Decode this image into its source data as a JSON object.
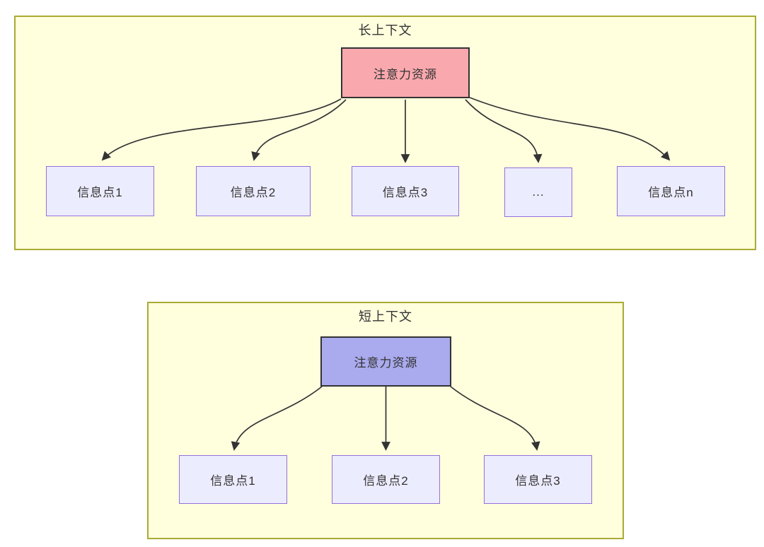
{
  "diagram": {
    "type": "flowchart",
    "direction": "top-down",
    "groups": [
      {
        "id": "long-context",
        "title": "长上下文",
        "root": {
          "label": "注意力资源",
          "fill": "#f9a8ae",
          "border": "#333333"
        },
        "children": [
          {
            "label": "信息点1"
          },
          {
            "label": "信息点2"
          },
          {
            "label": "信息点3"
          },
          {
            "label": "..."
          },
          {
            "label": "信息点n"
          }
        ]
      },
      {
        "id": "short-context",
        "title": "短上下文",
        "root": {
          "label": "注意力资源",
          "fill": "#aaaaee",
          "border": "#333333"
        },
        "children": [
          {
            "label": "信息点1"
          },
          {
            "label": "信息点2"
          },
          {
            "label": "信息点3"
          }
        ]
      }
    ],
    "colors": {
      "page_background": "#ffffff",
      "group_fill": "#ffffde",
      "group_border": "#aaaa33",
      "child_fill": "#ececff",
      "child_border": "#9370db",
      "edge": "#333333",
      "text": "#333333"
    }
  }
}
